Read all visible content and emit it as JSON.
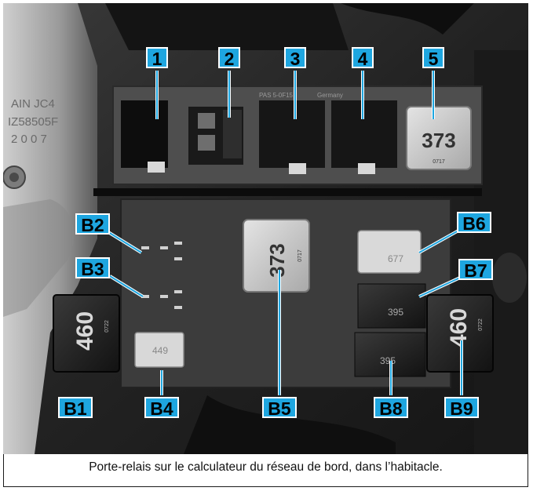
{
  "labels": {
    "top": [
      "1",
      "2",
      "3",
      "4",
      "5"
    ],
    "b1": "B1",
    "b2": "B2",
    "b3": "B3",
    "b4": "B4",
    "b5": "B5",
    "b6": "B6",
    "b7": "B7",
    "b8": "B8",
    "b9": "B9"
  },
  "relay_codes": {
    "r5": "373",
    "b5": "373",
    "b1": "460",
    "b9": "460",
    "b4": "449",
    "b6": "677",
    "b7": "395",
    "b8": "395",
    "small": "0717",
    "small2": "0722"
  },
  "background_text": {
    "side1": "AIN JC4",
    "side2": "IZ58505F",
    "side3": "2 0 0 7",
    "part": "PAS 5-0F15",
    "country": "Germany"
  },
  "caption": "Porte-relais sur le calculateur du réseau de bord, dans l’habitacle."
}
